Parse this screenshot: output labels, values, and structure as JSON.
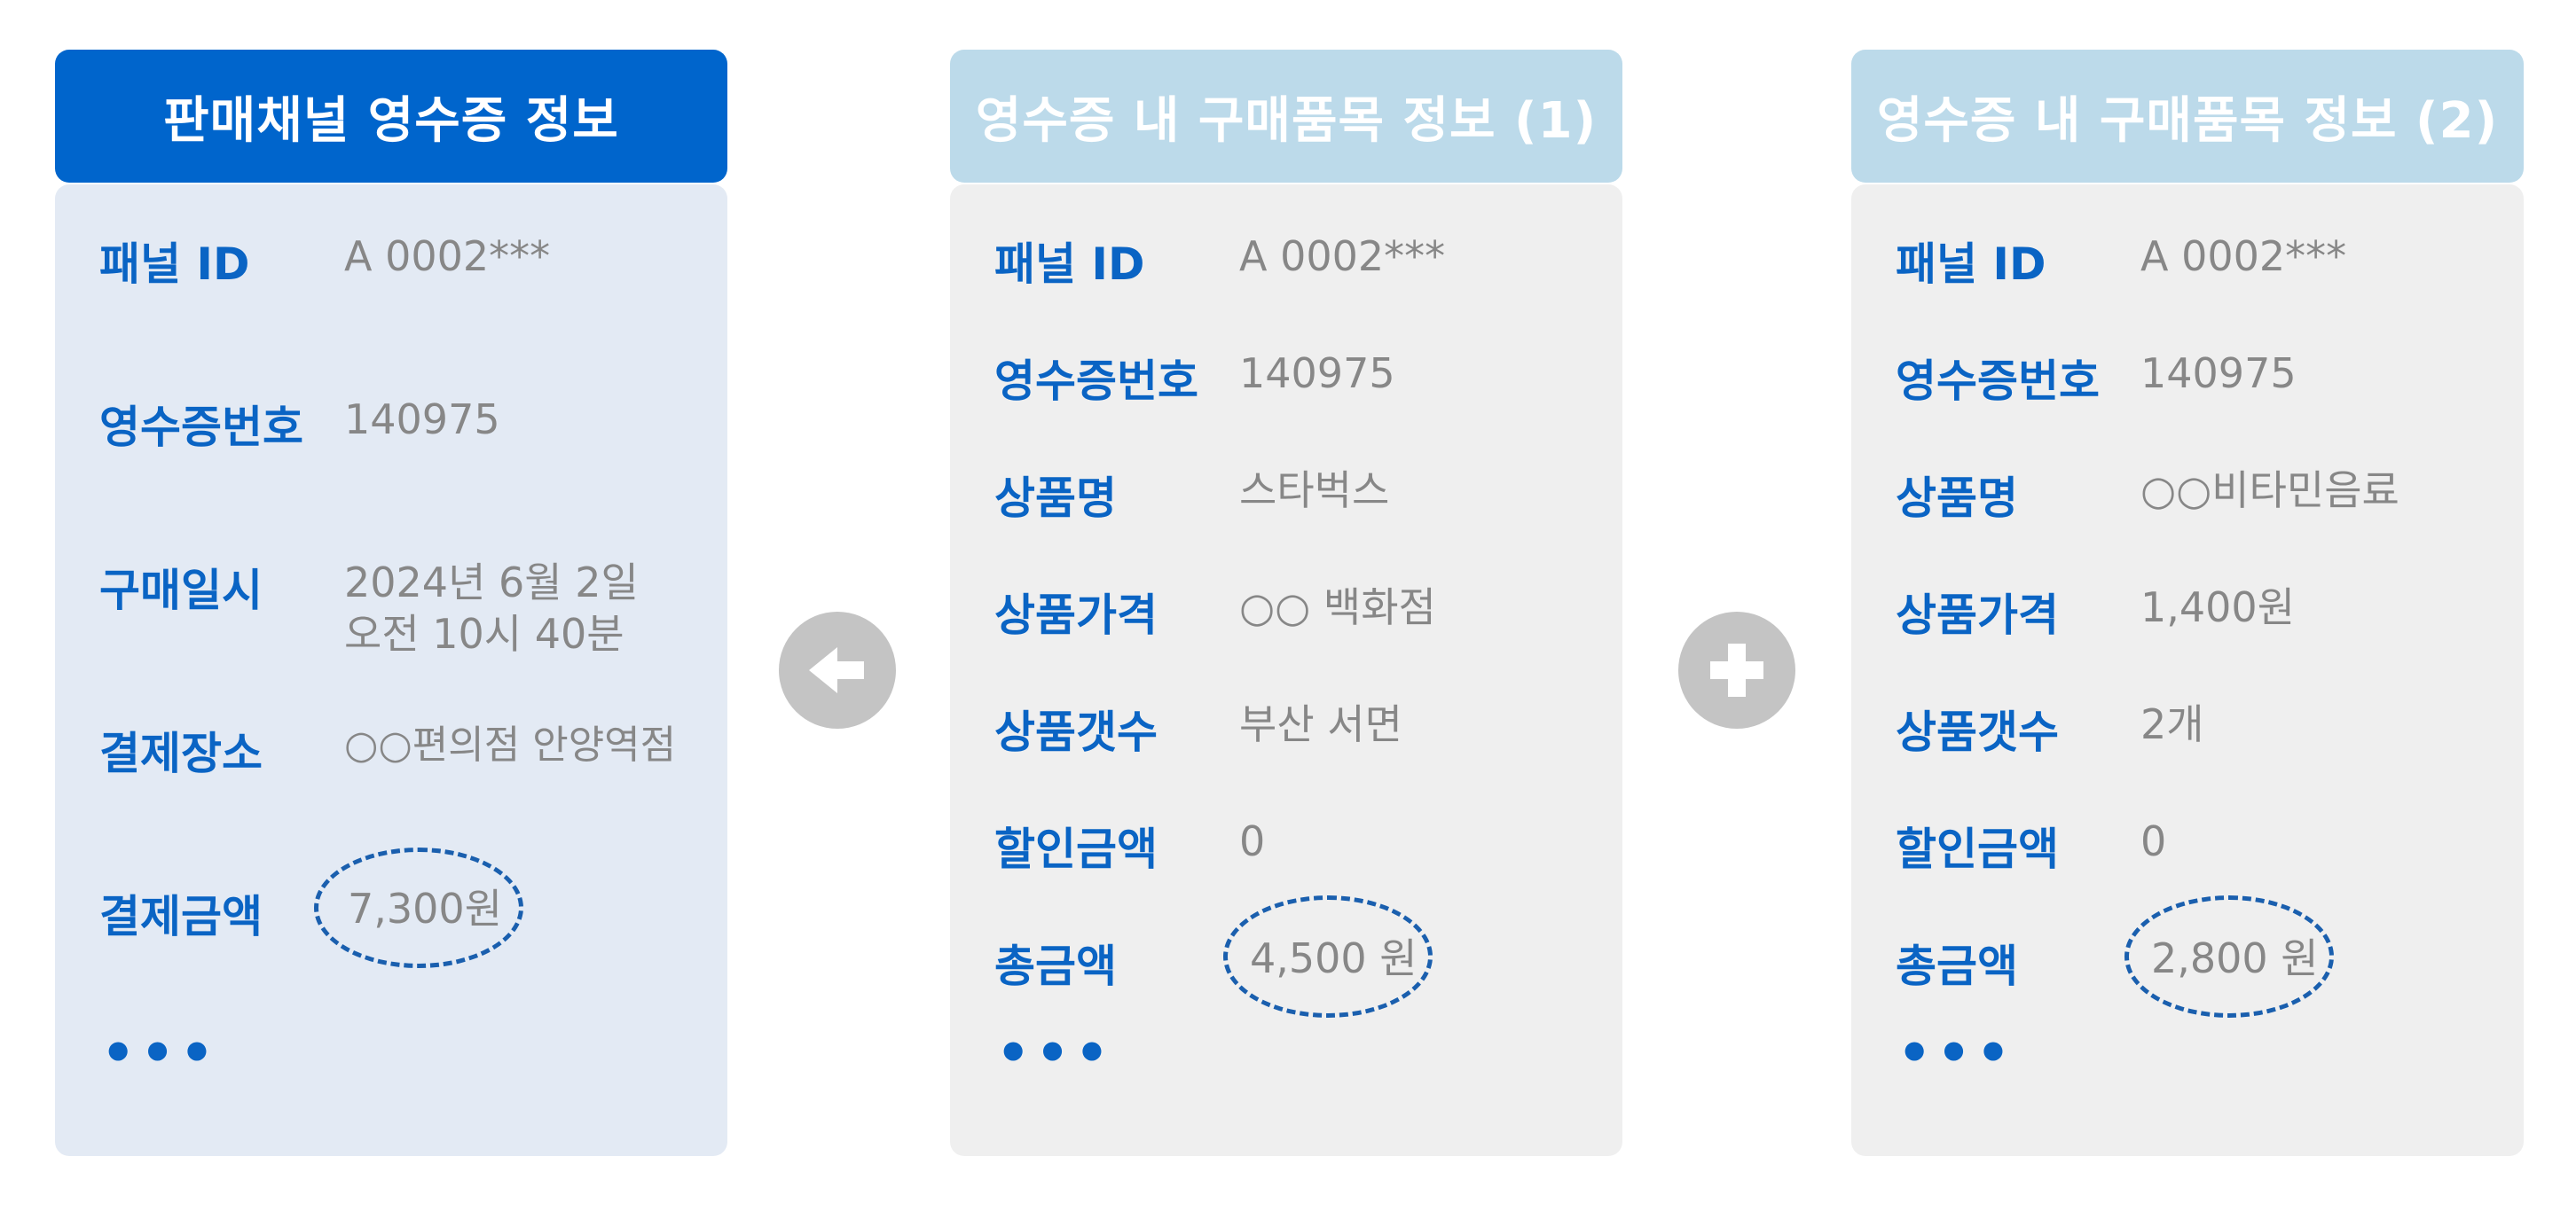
{
  "cards": [
    {
      "title": "판매채널 영수증 정보",
      "rows": [
        {
          "label": "패널 ID",
          "value": "A 0002***"
        },
        {
          "label": "영수증번호",
          "value": "140975"
        },
        {
          "label": "구매일시",
          "value": "2024년 6월 2일\n오전 10시 40분"
        },
        {
          "label": "결제장소",
          "value": "○○편의점 안양역점"
        },
        {
          "label": "결제금액",
          "value": "7,300원"
        }
      ],
      "more": "•••"
    },
    {
      "title": "영수증 내 구매품목 정보 (1)",
      "rows": [
        {
          "label": "패널 ID",
          "value": "A 0002***"
        },
        {
          "label": "영수증번호",
          "value": "140975"
        },
        {
          "label": "상품명",
          "value": "스타벅스"
        },
        {
          "label": "상품가격",
          "value": "○○ 백화점"
        },
        {
          "label": "상품갯수",
          "value": "부산 서면"
        },
        {
          "label": "할인금액",
          "value": "0"
        },
        {
          "label": "총금액",
          "value": "4,500 원"
        }
      ],
      "more": "•••"
    },
    {
      "title": "영수증 내 구매품목 정보 (2)",
      "rows": [
        {
          "label": "패널 ID",
          "value": "A 0002***"
        },
        {
          "label": "영수증번호",
          "value": "140975"
        },
        {
          "label": "상품명",
          "value": "○○비타민음료"
        },
        {
          "label": "상품가격",
          "value": "1,400원"
        },
        {
          "label": "상품갯수",
          "value": "2개"
        },
        {
          "label": "할인금액",
          "value": "0"
        },
        {
          "label": "총금액",
          "value": "2,800 원"
        }
      ],
      "more": "•••"
    }
  ],
  "connectors": {
    "first": "arrow-left-icon",
    "second": "plus-icon"
  },
  "colors": {
    "primary_header": "#0065cc",
    "secondary_header": "#bcdaea",
    "primary_body": "#e3eaf4",
    "secondary_body": "#efefef",
    "label": "#0a64c4",
    "value": "#878787",
    "connector": "#c4c4c4"
  }
}
